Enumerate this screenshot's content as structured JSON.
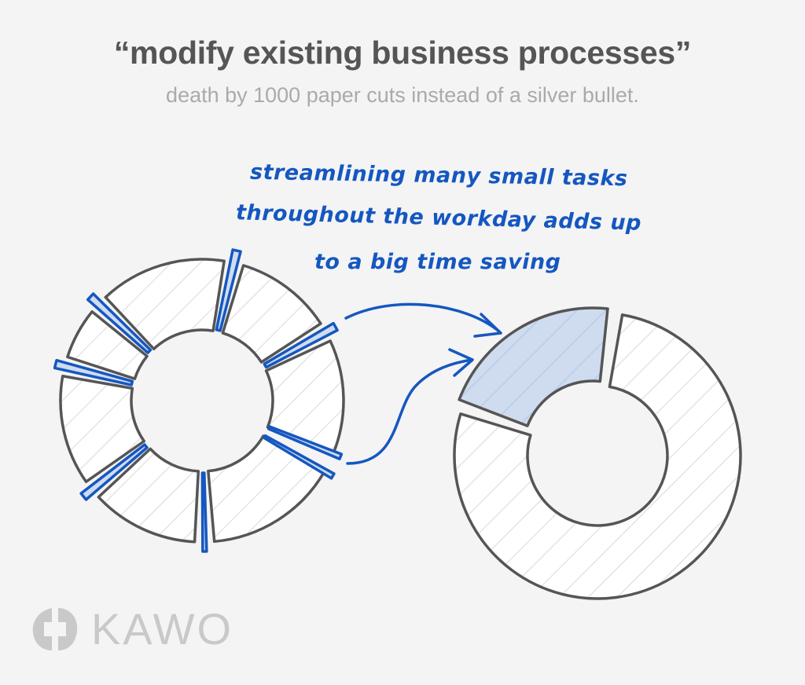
{
  "header": {
    "title": "“modify existing business processes”",
    "subtitle": "death by 1000 paper cuts instead of a silver bullet."
  },
  "annotation": {
    "lines": [
      "streamlining many small tasks",
      "throughout the workday adds up",
      "to a big time saving"
    ]
  },
  "logo": {
    "text": "KAWO"
  },
  "colors": {
    "accent": "#1557c0",
    "accent_fill": "#cfdcf0",
    "outline": "#555555",
    "hatch": "#e2e2e2",
    "background": "#f4f4f4"
  }
}
